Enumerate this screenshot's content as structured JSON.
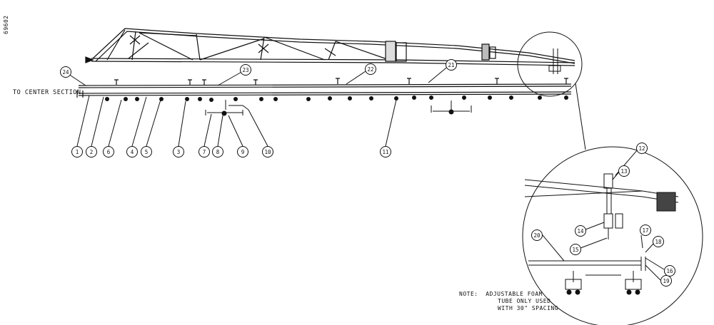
{
  "drawing_id": "69602",
  "center_label": "TO CENTER SECTION",
  "note_lines": [
    "NOTE:  ADJUSTABLE FOAM",
    "TUBE ONLY USED",
    "WITH 30\" SPACING"
  ],
  "callouts": [
    "1",
    "2",
    "3",
    "4",
    "5",
    "6",
    "7",
    "8",
    "9",
    "10",
    "11",
    "12",
    "13",
    "14",
    "15",
    "16",
    "17",
    "18",
    "19",
    "20",
    "21",
    "22",
    "23",
    "24"
  ]
}
